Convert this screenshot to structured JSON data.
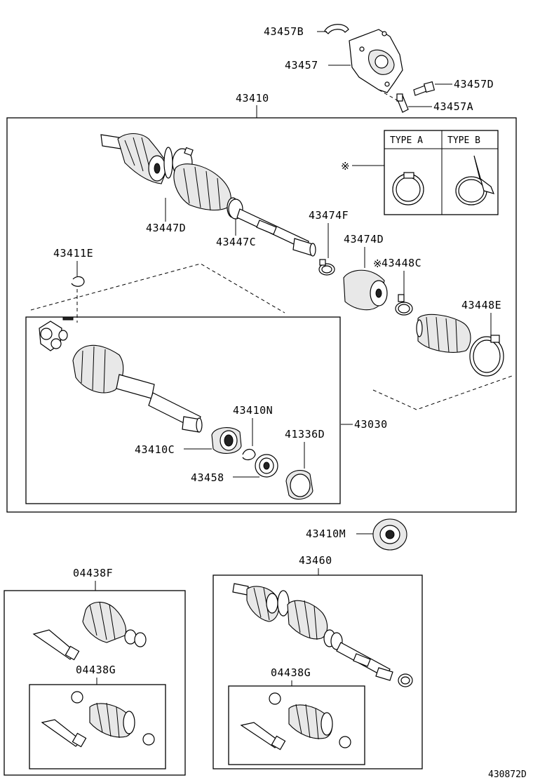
{
  "labels": {
    "p43457B": "43457B",
    "p43457": "43457",
    "p43457D": "43457D",
    "p43457A": "43457A",
    "p43410": "43410",
    "p43447D": "43447D",
    "p43447C": "43447C",
    "p43474F": "43474F",
    "p43474D": "43474D",
    "p43448C": "43448C",
    "p43448E": "43448E",
    "p43411E": "43411E",
    "p43410N": "43410N",
    "p43030": "43030",
    "p43410C": "43410C",
    "p41336D": "41336D",
    "p43458": "43458",
    "p43410M": "43410M",
    "p43460": "43460",
    "p04438F": "04438F",
    "p04438G_left": "04438G",
    "p04438G_right": "04438G",
    "asterisk": "※",
    "asterisk_43448C": "※"
  },
  "type_table": {
    "type_a": "TYPE A",
    "type_b": "TYPE B"
  },
  "figure_id": "430872D"
}
